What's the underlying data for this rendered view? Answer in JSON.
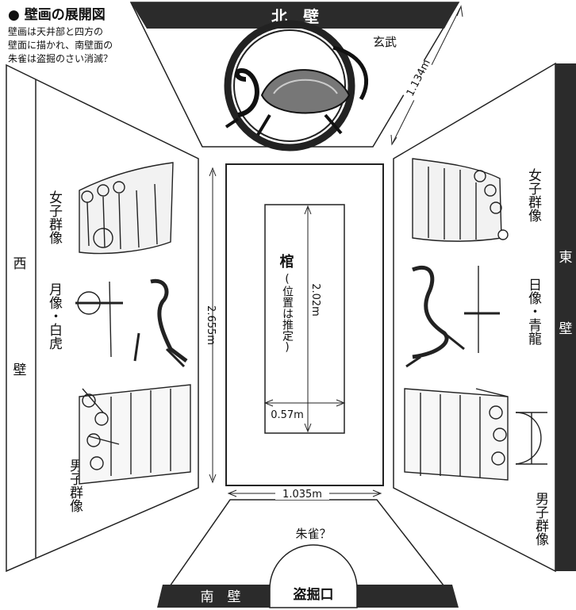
{
  "heading": {
    "title": "● 壁画の展開図",
    "note_lines": [
      "壁画は天井部と四方の",
      "壁面に描かれ、南壁面の",
      "朱雀は盗掘のさい消滅？"
    ]
  },
  "walls": {
    "north": {
      "label": "北　壁",
      "figure": "玄武"
    },
    "west": {
      "label_top": "西",
      "label_bottom": "壁",
      "figures": [
        "女子群像",
        "月像・白虎",
        "男子群像"
      ]
    },
    "east": {
      "label_top": "東",
      "label_bottom": "壁",
      "figures": [
        "女子群像",
        "日像・青龍",
        "男子群像"
      ]
    },
    "south": {
      "label": "南　壁",
      "figure": "朱雀？",
      "opening": "盗掘口"
    }
  },
  "dimensions": {
    "length": "2.655m",
    "width": "1.035m",
    "diagonal": "1.134m",
    "coffin_length": "2.02m",
    "coffin_width": "0.57m"
  },
  "coffin": {
    "label_main": "棺",
    "label_sub": "(位置は推定)"
  }
}
